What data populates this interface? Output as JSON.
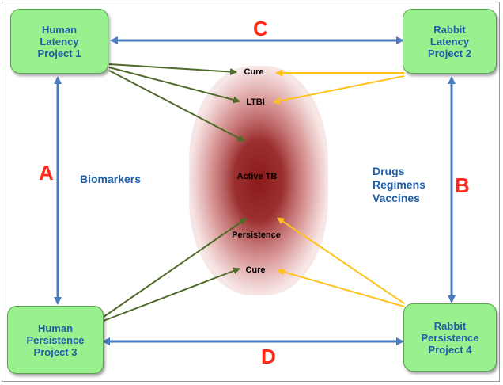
{
  "boxes": {
    "p1": "Human\nLatency\nProject 1",
    "p2": "Rabbit\nLatency\nProject 2",
    "p3": "Human\nPersistence\nProject 3",
    "p4": "Rabbit\nPersistence\nProject 4"
  },
  "letters": {
    "a": "A",
    "b": "B",
    "c": "C",
    "d": "D"
  },
  "side_labels": {
    "biomarkers": "Biomarkers",
    "drugs": "Drugs\nRegimens\nVaccines"
  },
  "states": {
    "cure_top": "Cure",
    "ltbi": "LTBI",
    "active_tb": "Active TB",
    "persistence": "Persistence",
    "cure_bottom": "Cure"
  },
  "colors": {
    "box_fill": "#99f08e",
    "box_text": "#1f5fa8",
    "letter": "#ff2a1a",
    "blue_arrow": "#4a7cc0",
    "green_arrow": "#4f6b2a",
    "yellow_arrow": "#ffc21a",
    "cloud": "#8b1a1a"
  }
}
